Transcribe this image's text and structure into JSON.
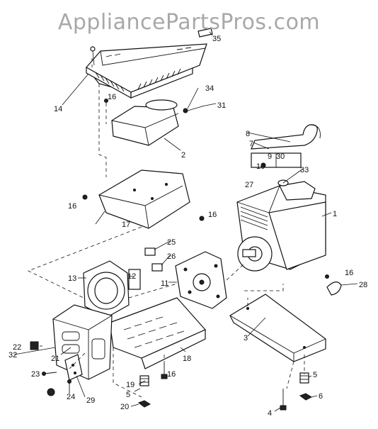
{
  "watermark": "AppliancePartsPros.com",
  "labels": {
    "l1": "1",
    "l2": "2",
    "l3": "3",
    "l4": "4",
    "l5a": "5",
    "l5b": "5",
    "l6": "6",
    "l7": "7",
    "l8": "8",
    "l9": "9",
    "l10": "10",
    "l11": "11",
    "l12": "12",
    "l13": "13",
    "l14": "14",
    "l16a": "16",
    "l16b": "16",
    "l16c": "16",
    "l16d": "16",
    "l16e": "16",
    "l17": "17",
    "l18": "18",
    "l19": "19",
    "l20": "20",
    "l21": "21",
    "l22": "22",
    "l23": "23",
    "l24": "24",
    "l25": "25",
    "l26": "26",
    "l27": "27",
    "l28": "28",
    "l29": "29",
    "l30": "30",
    "l31": "31",
    "l32": "32",
    "l33": "33",
    "l34": "34",
    "l35": "35"
  }
}
